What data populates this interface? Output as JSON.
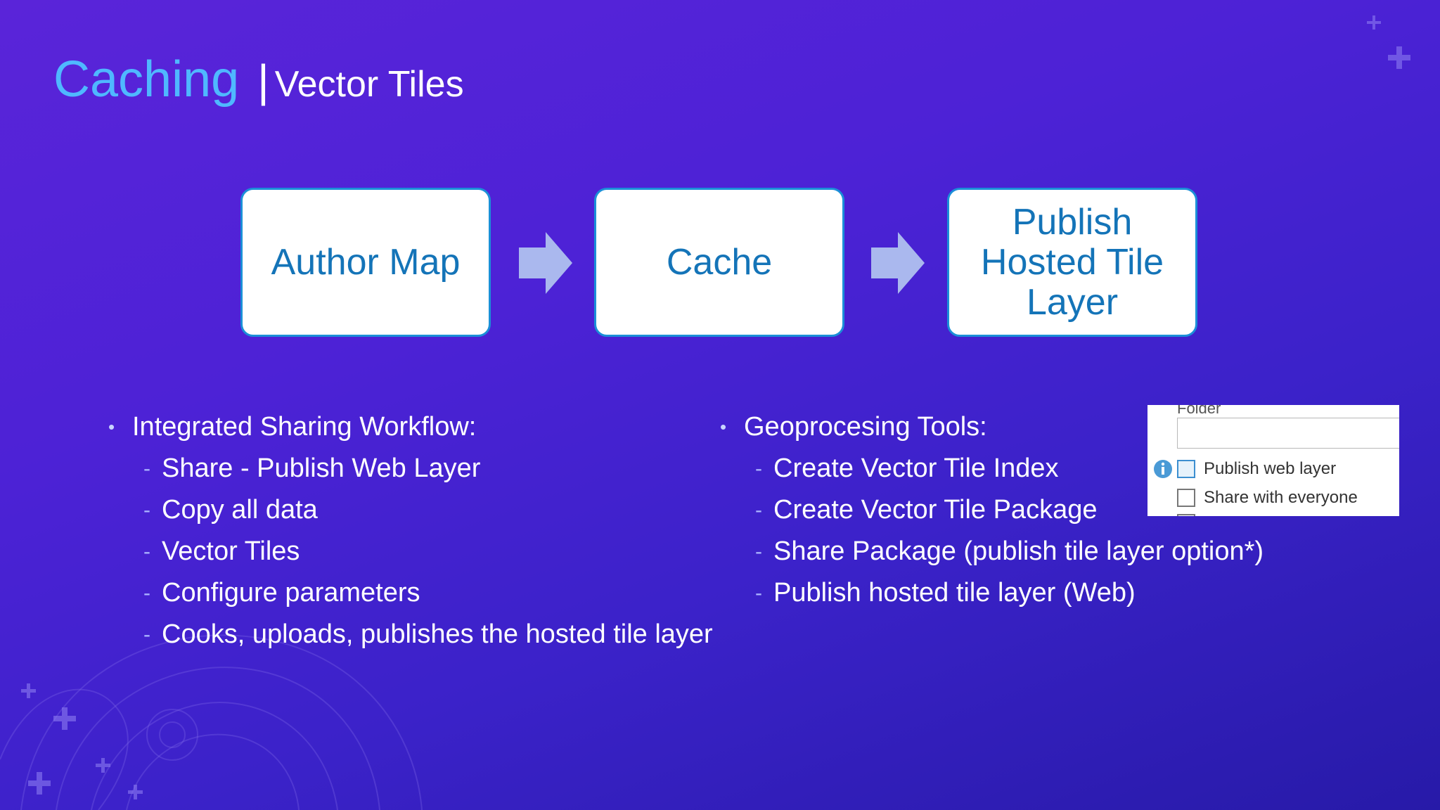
{
  "slide": {
    "title": "Caching",
    "separator": "|",
    "subtitle": "Vector Tiles"
  },
  "flow": {
    "steps": [
      {
        "lines": [
          "Author Map"
        ]
      },
      {
        "lines": [
          "Cache"
        ]
      },
      {
        "lines": [
          "Publish",
          "Hosted Tile",
          "Layer"
        ]
      }
    ]
  },
  "left_list": {
    "heading": "Integrated Sharing Workflow:",
    "items": [
      "Share - Publish Web Layer",
      "Copy all data",
      "Vector Tiles",
      "Configure parameters",
      "Cooks, uploads, publishes the hosted tile layer"
    ]
  },
  "right_list": {
    "heading": "Geoprocesing Tools:",
    "items": [
      "Create Vector Tile Index",
      "Create Vector Tile Package",
      "Share Package (publish tile layer option*)",
      "Publish hosted tile layer (Web)"
    ]
  },
  "share_panel": {
    "folder_label": "Folder",
    "folder_value": "",
    "options": [
      {
        "label": "Publish web layer",
        "checked": false
      },
      {
        "label": "Share with everyone",
        "checked": false
      }
    ]
  },
  "icons": {
    "arrow": "right-arrow-icon",
    "info": "info-icon",
    "plus": "plus-icon"
  },
  "colors": {
    "title_accent": "#4fb8ff",
    "box_text": "#1474b8",
    "box_border": "#1b8fd8",
    "arrow_fill": "#aab8ee"
  }
}
